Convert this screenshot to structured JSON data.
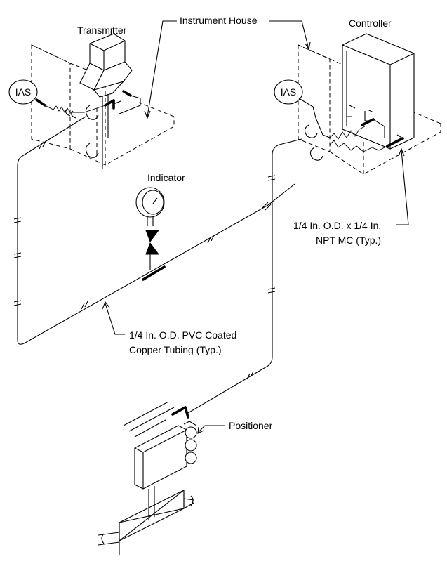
{
  "labels": {
    "transmitter": "Transmitter",
    "instrument_house": "Instrument House",
    "controller": "Controller",
    "ias_left": "IAS",
    "ias_right": "IAS",
    "indicator": "Indicator",
    "fitting_line1": "1/4 In. O.D. x 1/4 In.",
    "fitting_line2": "NPT MC (Typ.)",
    "tubing_line1": "1/4 In. O.D. PVC Coated",
    "tubing_line2": "Copper Tubing (Typ.)",
    "positioner": "Positioner"
  },
  "colors": {
    "ink": "#000000",
    "paper": "#ffffff"
  }
}
